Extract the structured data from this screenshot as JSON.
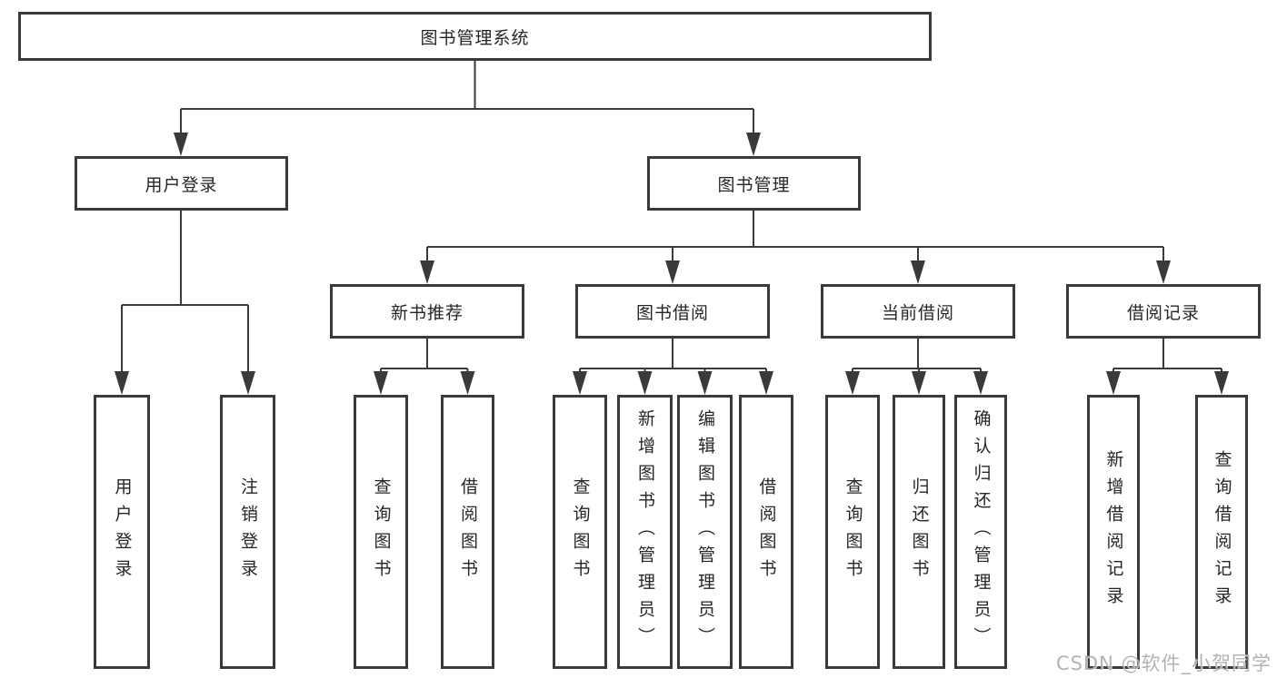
{
  "colors": {
    "background": "#ffffff",
    "line": "#3a3a3a",
    "box_border": "#3a3a3a",
    "text": "#262626",
    "watermark": "#acacac"
  },
  "tree": {
    "label": "图书管理系统",
    "children": [
      {
        "label": "用户登录",
        "children": [
          {
            "label": "用户登录"
          },
          {
            "label": "注销登录"
          }
        ]
      },
      {
        "label": "图书管理",
        "children": [
          {
            "label": "新书推荐",
            "children": [
              {
                "label": "查询图书"
              },
              {
                "label": "借阅图书"
              }
            ]
          },
          {
            "label": "图书借阅",
            "children": [
              {
                "label": "查询图书"
              },
              {
                "label": "新增图书（管理员）"
              },
              {
                "label": "编辑图书（管理员）"
              },
              {
                "label": "借阅图书"
              }
            ]
          },
          {
            "label": "当前借阅",
            "children": [
              {
                "label": "查询图书"
              },
              {
                "label": "归还图书"
              },
              {
                "label": "确认归还（管理员）"
              }
            ]
          },
          {
            "label": "借阅记录",
            "children": [
              {
                "label": "新增借阅记录"
              },
              {
                "label": "查询借阅记录"
              }
            ]
          }
        ]
      }
    ]
  },
  "watermark": {
    "text": "CSDN @软件_小贺同学"
  }
}
